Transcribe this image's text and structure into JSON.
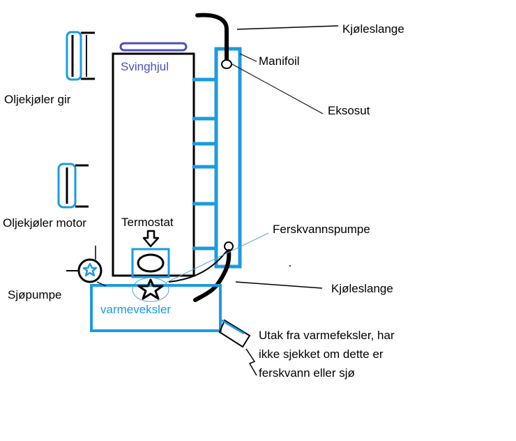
{
  "colors": {
    "engine": "#000000",
    "water": "#1b9be0",
    "flywheel": "#4a4fc4",
    "hose": "#000000",
    "leader_blue": "#4aa3df"
  },
  "labels": {
    "kjoleslange_top": "Kjøleslange",
    "manifoil": "Manifoil",
    "eksosut": "Eksosut",
    "svinghjul": "Svinghjul",
    "oljekjoler_gir": "Oljekjøler gir",
    "oljekjoler_motor": "Oljekjøler motor",
    "termostat": "Termostat",
    "ferskvannspumpe": "Ferskvannspumpe",
    "sjopumpe": "Sjøpumpe",
    "kjoleslange_bottom": "Kjøleslange",
    "varmeveksler": "varmeveksler",
    "utak_line1": "Utak fra varmefeksler, har",
    "utak_line2": "ikke sjekket om dette er",
    "utak_line3": "ferskvann eller sjø"
  },
  "icons": {
    "thermostat_arrow": "down-arrow-icon",
    "freshwater_pump": "star-icon",
    "sea_pump": "star-icon"
  }
}
